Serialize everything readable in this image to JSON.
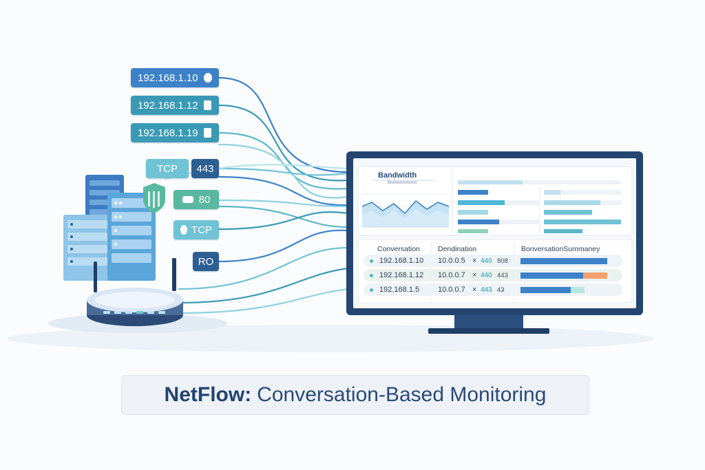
{
  "flows": {
    "ip_tags": [
      "192.168.1.10",
      "192.168.1.12",
      "192.168.1.19"
    ],
    "tcp_label": "TCP",
    "port_443": "443",
    "port_80": "80",
    "tcp_label_2": "TCP",
    "ro_label": "RO"
  },
  "monitor": {
    "title": "Bandwidth",
    "subtitle": "Bnmmmmmmm",
    "table": {
      "headers": [
        "Conversation",
        "Dendination",
        "BonversationSummaney"
      ],
      "rows": [
        {
          "src": "192.168.1.10",
          "dst": "10.0.0.5",
          "x": "×",
          "port": "440",
          "extra": "808",
          "bar_blue": 1.0,
          "bar_orange": 0
        },
        {
          "src": "192.168.1.12",
          "dst": "10.0.0.7",
          "x": "×",
          "port": "440",
          "extra": "443",
          "bar_blue": 0.72,
          "bar_orange": 0.28
        },
        {
          "src": "192.168.1.5",
          "dst": "10.0.0.7",
          "x": "×",
          "port": "443",
          "extra": "43",
          "bar_blue": 0.58,
          "bar_orange": 0
        }
      ]
    }
  },
  "banner": {
    "bold": "NetFlow:",
    "rest": "Conversation-Based Monitoring"
  },
  "colors": {
    "tag_blue": "#3d82c9",
    "tag_teal": "#3a9ab6",
    "tag_light": "#6fc3d4",
    "tag_dark": "#2d5f93",
    "monitor_frame": "#23456f",
    "accent_orange": "#f2a06f"
  }
}
